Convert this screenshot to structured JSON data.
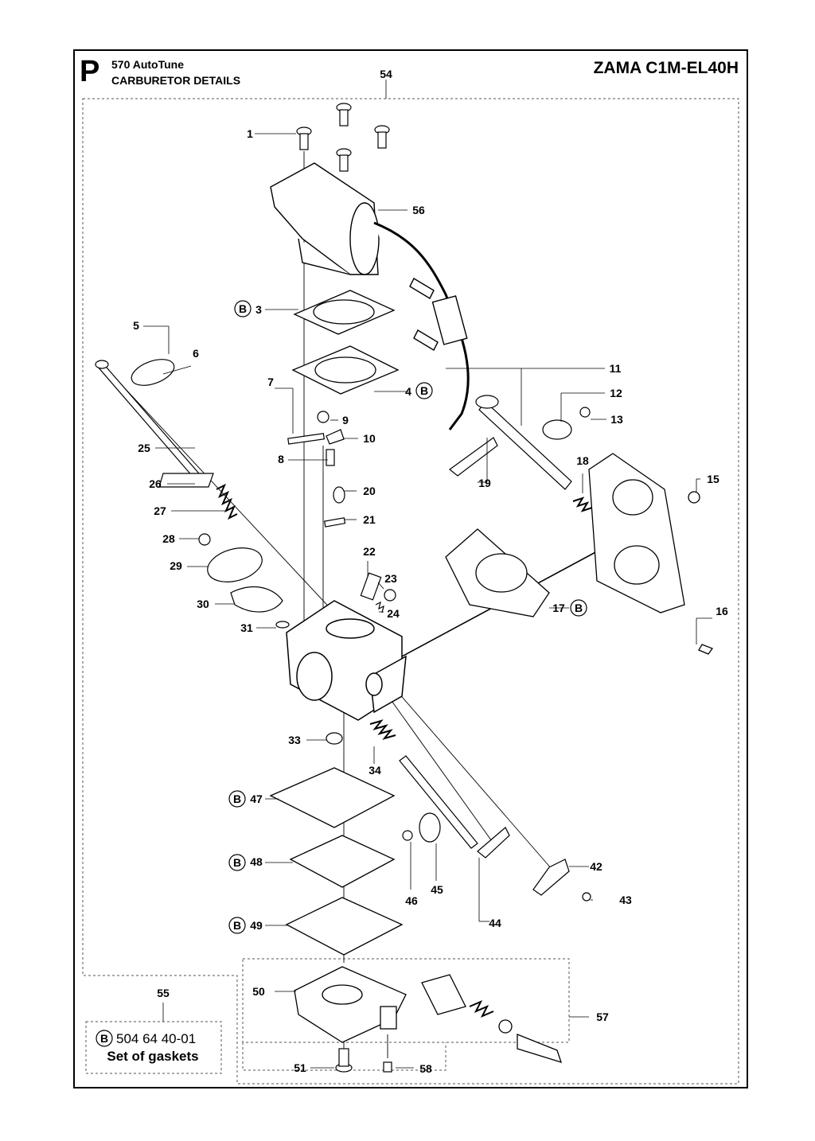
{
  "header": {
    "section_letter": "P",
    "model": "570 AutoTune",
    "section_title": "CARBURETOR DETAILS",
    "carburetor_model": "ZAMA C1M-EL40H"
  },
  "gasket_kit": {
    "ref": "55",
    "badge": "B",
    "part_number": "504 64 40-01",
    "description": "Set of gaskets"
  },
  "callouts": [
    {
      "id": "1",
      "label": "1"
    },
    {
      "id": "3",
      "label": "3",
      "badge": "B"
    },
    {
      "id": "4",
      "label": "4",
      "badge": "B"
    },
    {
      "id": "5",
      "label": "5"
    },
    {
      "id": "6",
      "label": "6"
    },
    {
      "id": "7",
      "label": "7"
    },
    {
      "id": "8",
      "label": "8"
    },
    {
      "id": "9",
      "label": "9"
    },
    {
      "id": "10",
      "label": "10"
    },
    {
      "id": "11",
      "label": "11"
    },
    {
      "id": "12",
      "label": "12"
    },
    {
      "id": "13",
      "label": "13"
    },
    {
      "id": "15",
      "label": "15"
    },
    {
      "id": "16",
      "label": "16"
    },
    {
      "id": "17",
      "label": "17",
      "badge": "B"
    },
    {
      "id": "18",
      "label": "18"
    },
    {
      "id": "19",
      "label": "19"
    },
    {
      "id": "20",
      "label": "20"
    },
    {
      "id": "21",
      "label": "21"
    },
    {
      "id": "22",
      "label": "22"
    },
    {
      "id": "23",
      "label": "23"
    },
    {
      "id": "24",
      "label": "24"
    },
    {
      "id": "25",
      "label": "25"
    },
    {
      "id": "26",
      "label": "26"
    },
    {
      "id": "27",
      "label": "27"
    },
    {
      "id": "28",
      "label": "28"
    },
    {
      "id": "29",
      "label": "29"
    },
    {
      "id": "30",
      "label": "30"
    },
    {
      "id": "31",
      "label": "31"
    },
    {
      "id": "33",
      "label": "33"
    },
    {
      "id": "34",
      "label": "34"
    },
    {
      "id": "42",
      "label": "42"
    },
    {
      "id": "43",
      "label": "43"
    },
    {
      "id": "44",
      "label": "44"
    },
    {
      "id": "45",
      "label": "45"
    },
    {
      "id": "46",
      "label": "46"
    },
    {
      "id": "47",
      "label": "47",
      "badge": "B"
    },
    {
      "id": "48",
      "label": "48",
      "badge": "B"
    },
    {
      "id": "49",
      "label": "49",
      "badge": "B"
    },
    {
      "id": "50",
      "label": "50"
    },
    {
      "id": "51",
      "label": "51"
    },
    {
      "id": "54",
      "label": "54"
    },
    {
      "id": "55",
      "label": "55"
    },
    {
      "id": "56",
      "label": "56"
    },
    {
      "id": "57",
      "label": "57"
    },
    {
      "id": "58",
      "label": "58"
    }
  ]
}
